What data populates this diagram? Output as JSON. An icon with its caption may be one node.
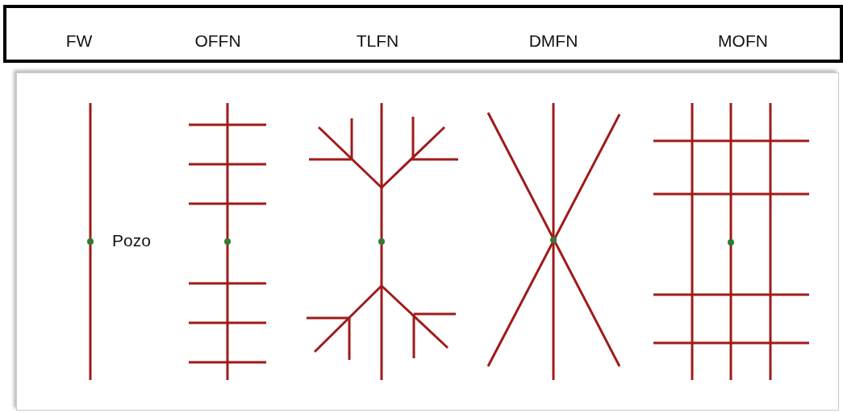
{
  "diagram": {
    "labels": [
      "FW",
      "OFFN",
      "TLFN",
      "DMFN",
      "MOFN",
      "Pozo"
    ]
  }
}
